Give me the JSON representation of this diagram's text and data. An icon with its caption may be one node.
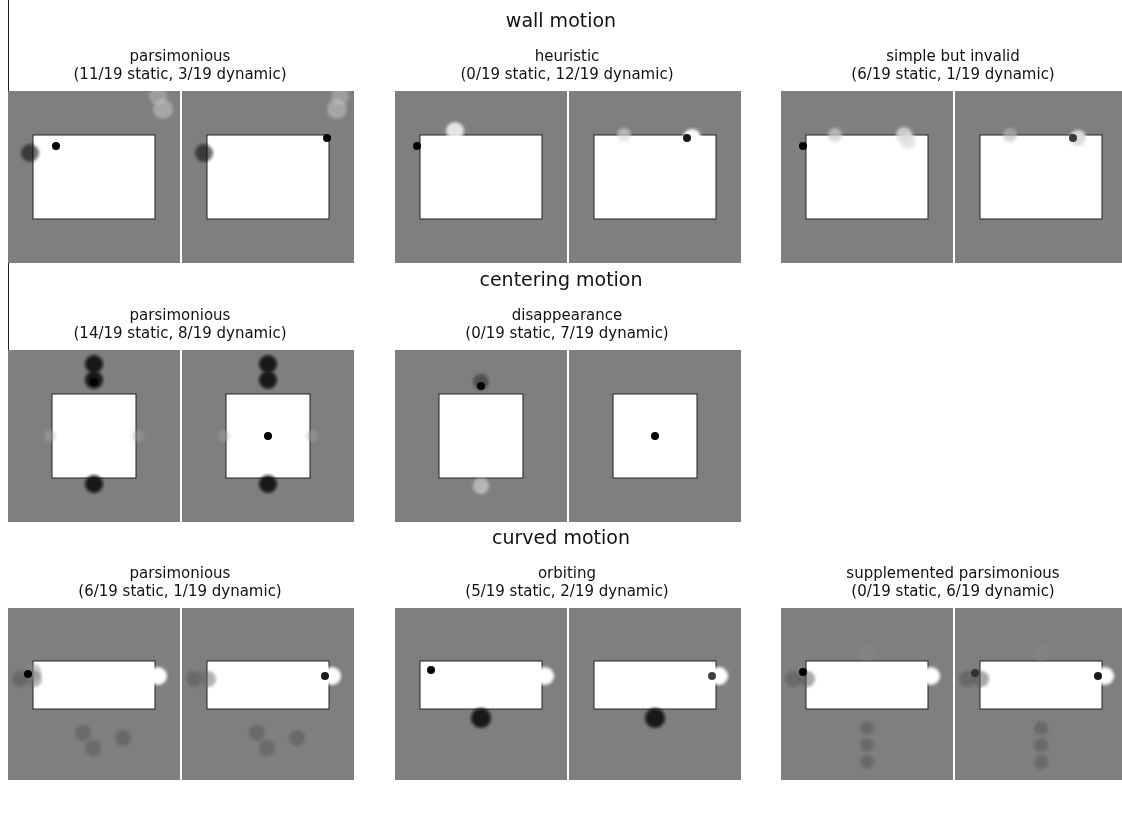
{
  "diagram": {
    "labels": [
      "wall motion",
      "parsimonious",
      "(11/19 static, 3/19 dynamic)",
      "heuristic",
      "(0/19 static, 12/19 dynamic)",
      "simple but invalid",
      "(6/19 static, 1/19 dynamic)",
      "centering motion",
      "parsimonious",
      "(14/19 static, 8/19 dynamic)",
      "disappearance",
      "(0/19 static, 7/19 dynamic)",
      "curved motion",
      "parsimonious",
      "(6/19 static, 1/19 dynamic)",
      "orbiting",
      "(5/19 static, 2/19 dynamic)",
      "supplemented parsimonious",
      "(0/19 static, 6/19 dynamic)"
    ]
  }
}
